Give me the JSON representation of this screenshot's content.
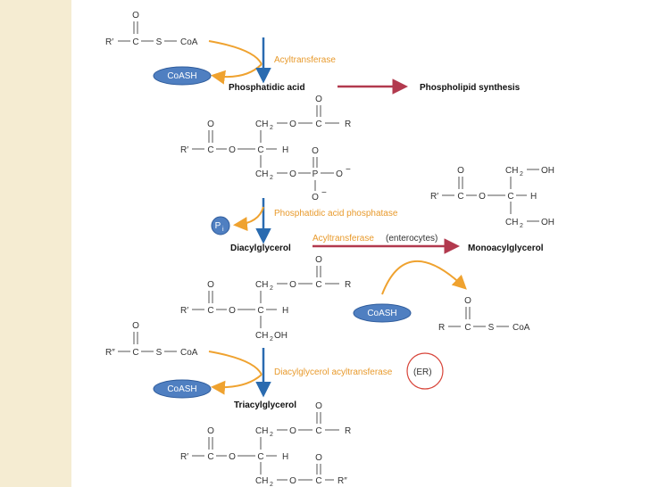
{
  "colors": {
    "sidebar": "#f5ecd2",
    "enzyme": "#e89a2c",
    "flow_arrow": "#2a6bb0",
    "branch_arrow": "#b2394e",
    "coash": "#4f7fc1",
    "highlight_circle": "#d8453a"
  },
  "reactant_acyl_coa": {
    "r": "R′",
    "c": "C",
    "o": "O",
    "s": "S",
    "coa": "CoA"
  },
  "cofactor": {
    "coash1": "CoASH",
    "coash2": "CoASH",
    "coash3": "CoASH",
    "pi": "P",
    "pi_sub": "i"
  },
  "enzymes": {
    "acyltransferase": "Acyltransferase",
    "pa_phosphatase": "Phosphatidic acid phosphatase",
    "acyltransferase2": "Acyltransferase",
    "enterocytes": "(enterocytes)",
    "dgat": "Diacylglycerol acyltransferase",
    "er": "(ER)"
  },
  "products": {
    "phosphatidic_acid": "Phosphatidic acid",
    "phospholipid_synthesis": "Phospholipid synthesis",
    "diacylglycerol": "Diacylglycerol",
    "monoacylglycerol": "Monoacylglycerol",
    "triacylglycerol": "Triacylglycerol"
  },
  "atoms": {
    "o": "O",
    "c": "C",
    "h": "H",
    "p": "P",
    "r": "R",
    "r1": "R′",
    "r2": "R″",
    "ch": "CH",
    "ch_sub": "2",
    "oh": "OH",
    "ominus": "O",
    "minus": "−",
    "s": "S",
    "coa": "CoA"
  }
}
